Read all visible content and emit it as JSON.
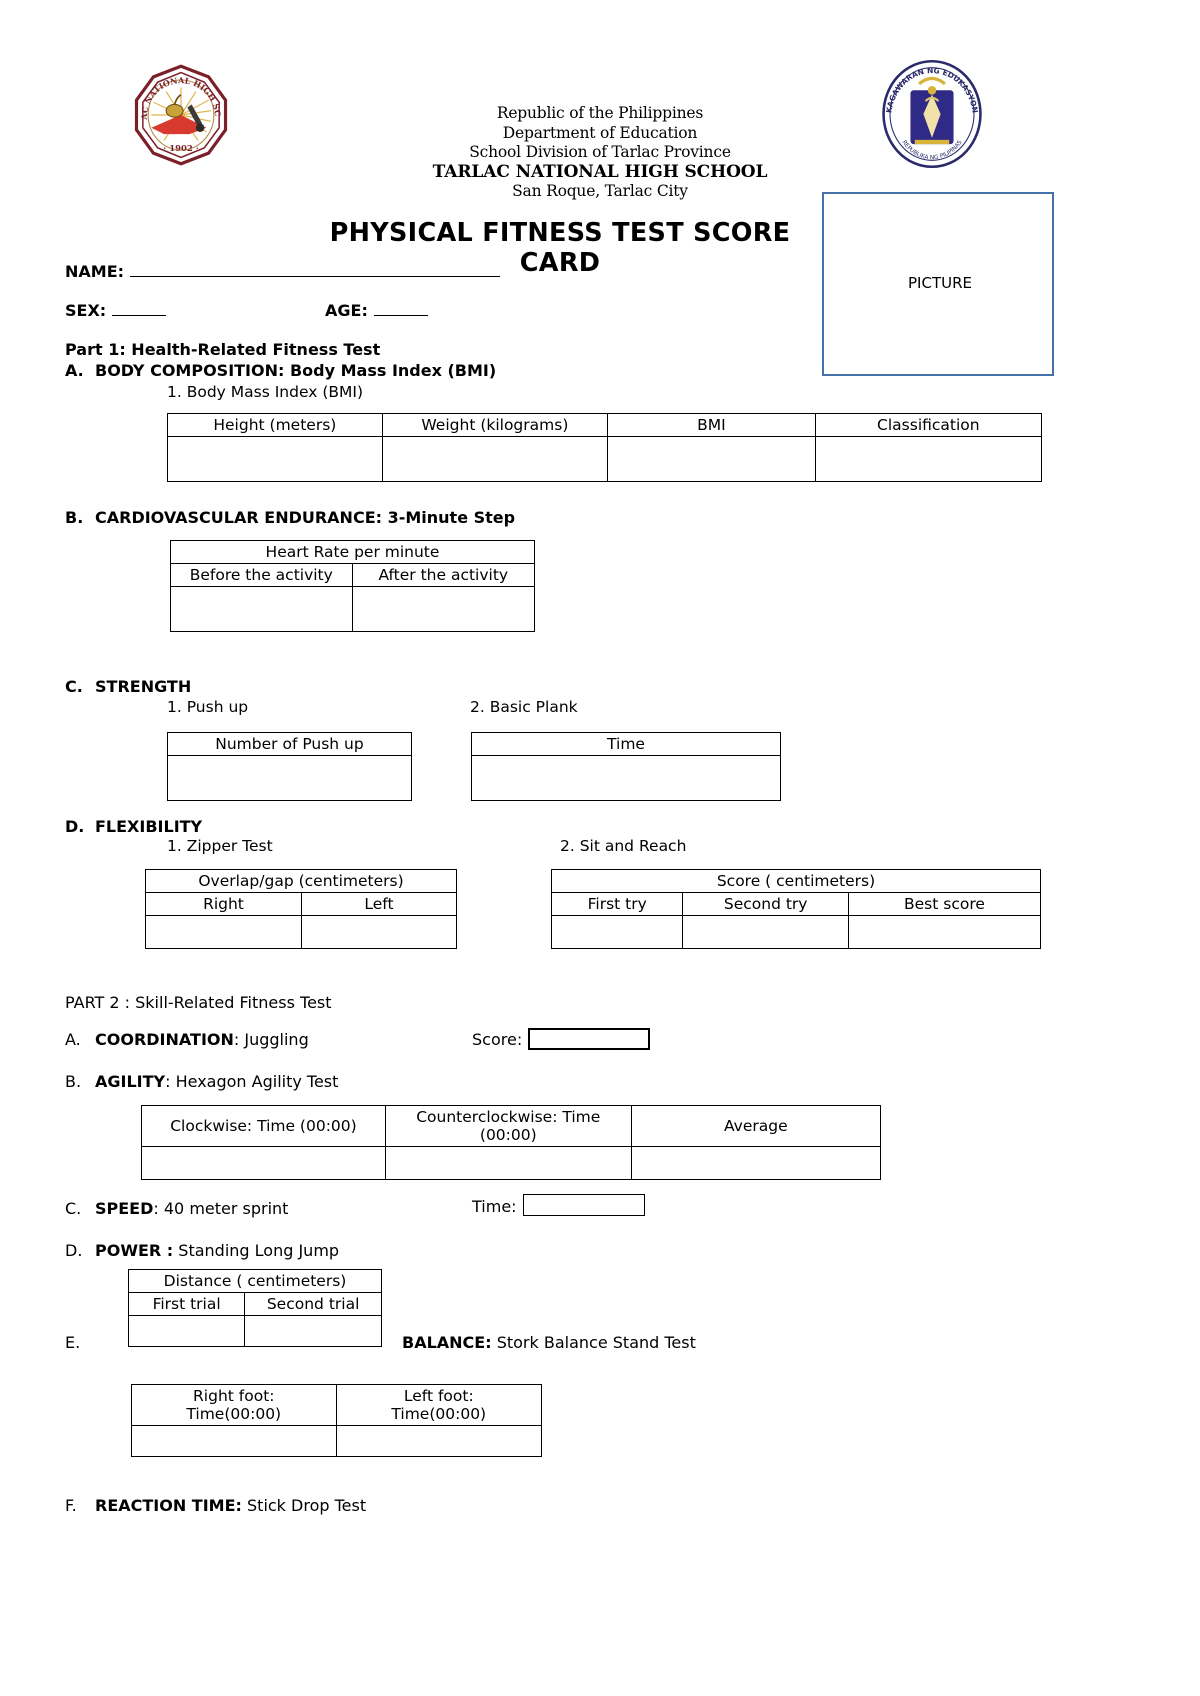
{
  "header": {
    "republic": "Republic of the Philippines",
    "department": "Department of Education",
    "division": "School Division of Tarlac Province",
    "school": "TARLAC NATIONAL HIGH SCHOOL",
    "address": "San Roque, Tarlac City",
    "left_logo_name": "tarlac-national-high-school-seal",
    "right_logo_name": "department-of-education-seal"
  },
  "title": "PHYSICAL FITNESS TEST SCORE CARD",
  "picture": {
    "label": "PICTURE",
    "border_color": "#4472a8"
  },
  "fields": {
    "name_label": "NAME:",
    "sex_label": "SEX:",
    "age_label": "AGE:",
    "name_value": "",
    "sex_value": "",
    "age_value": ""
  },
  "part1": {
    "heading": "Part 1: Health-Related Fitness Test",
    "A": {
      "letter": "A.",
      "heading": "BODY COMPOSITION: Body Mass Index (BMI)",
      "sub1": "1.   Body Mass Index (BMI)",
      "table": {
        "headers": [
          "Height (meters)",
          "Weight (kilograms)",
          "BMI",
          "Classification"
        ],
        "rows": [
          [
            "",
            "",
            "",
            ""
          ]
        ]
      }
    },
    "B": {
      "letter": "B.",
      "heading": "CARDIOVASCULAR ENDURANCE: 3-Minute Step",
      "table": {
        "title": "Heart Rate per minute",
        "headers": [
          "Before the activity",
          "After the activity"
        ],
        "rows": [
          [
            "",
            ""
          ]
        ]
      }
    },
    "C": {
      "letter": "C.",
      "heading": "STRENGTH",
      "sub1": "1.   Push up",
      "sub2": "2. Basic Plank",
      "table1": {
        "headers": [
          "Number of Push up"
        ],
        "rows": [
          [
            ""
          ]
        ]
      },
      "table2": {
        "headers": [
          "Time"
        ],
        "rows": [
          [
            ""
          ]
        ]
      }
    },
    "D": {
      "letter": "D.",
      "heading": "FLEXIBILITY",
      "sub1": "1.   Zipper Test",
      "sub2": "2. Sit and Reach",
      "table1": {
        "title": "Overlap/gap (centimeters)",
        "headers": [
          "Right",
          "Left"
        ],
        "rows": [
          [
            "",
            ""
          ]
        ]
      },
      "table2": {
        "title": "Score ( centimeters)",
        "headers": [
          "First try",
          "Second try",
          "Best score"
        ],
        "rows": [
          [
            "",
            "",
            ""
          ]
        ]
      }
    }
  },
  "part2": {
    "heading": "PART 2 : Skill-Related Fitness Test",
    "A": {
      "letter": "A.",
      "bold": "COORDINATION",
      "rest": ": Juggling",
      "score_label": "Score:",
      "score_value": ""
    },
    "B": {
      "letter": "B.",
      "bold": "AGILITY",
      "rest": ": Hexagon Agility Test",
      "table": {
        "headers": [
          "Clockwise: Time (00:00)",
          "Counterclockwise: Time (00:00)",
          "Average"
        ],
        "rows": [
          [
            "",
            "",
            ""
          ]
        ]
      }
    },
    "C": {
      "letter": "C.",
      "bold": "SPEED",
      "rest": ": 40 meter sprint",
      "time_label": "Time:",
      "time_value": ""
    },
    "D": {
      "letter": "D.",
      "bold": "POWER :",
      "rest": " Standing Long Jump",
      "table": {
        "title": "Distance ( centimeters)",
        "headers": [
          "First trial",
          "Second trial"
        ],
        "rows": [
          [
            "",
            ""
          ]
        ]
      }
    },
    "E": {
      "letter": "E.",
      "bold": "BALANCE:",
      "rest": " Stork Balance Stand Test",
      "table": {
        "headers": [
          "Right foot:\nTime(00:00)",
          "Left foot:\nTime(00:00)"
        ],
        "header_right_line1": "Right foot:",
        "header_right_line2": "Time(00:00)",
        "header_left_line1": "Left foot:",
        "header_left_line2": "Time(00:00)",
        "rows": [
          [
            "",
            ""
          ]
        ]
      }
    },
    "F": {
      "letter": "F.",
      "bold": "REACTION TIME:",
      "rest": " Stick Drop Test"
    }
  }
}
